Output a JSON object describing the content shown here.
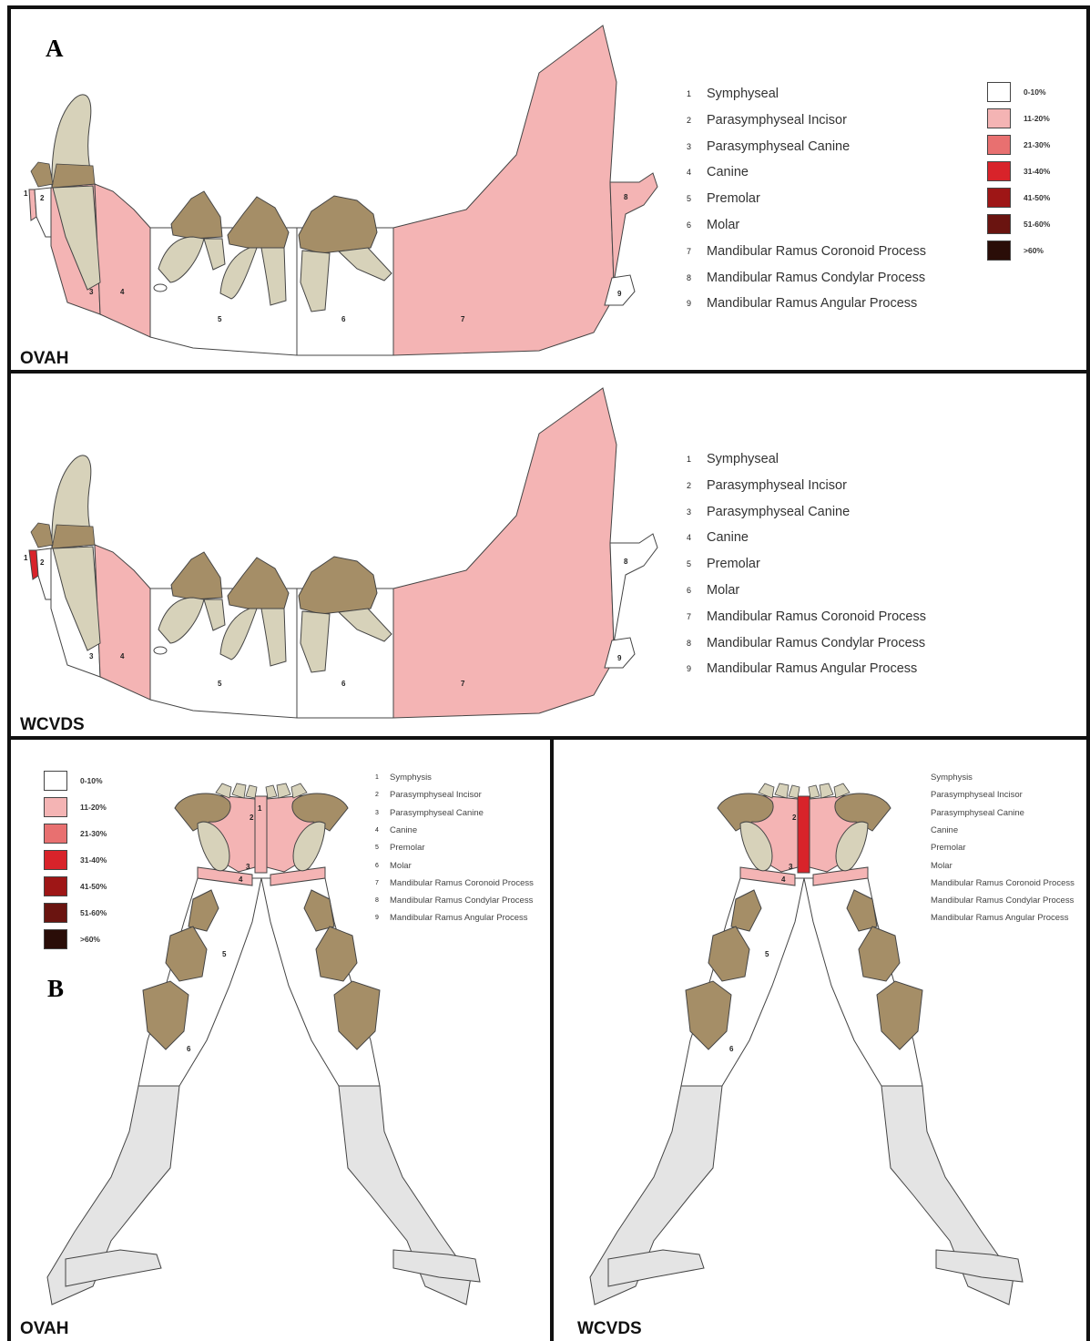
{
  "panel_letters": {
    "a": "A",
    "b": "B"
  },
  "groups": {
    "ovah": "OVAH",
    "wcvds": "WCVDS"
  },
  "colors": {
    "white": "#ffffff",
    "light_pink": "#f4b4b4",
    "pink": "#e87070",
    "red": "#d8232a",
    "dark_red": "#9e1616",
    "maroon": "#6a1410",
    "near_black": "#2a0d08",
    "tooth_crown": "#a58e67",
    "tooth_root": "#d7d2ba",
    "ramus_grey": "#e4e4e4",
    "outline": "#444444"
  },
  "scale": [
    {
      "label": "0-10%",
      "color": "#ffffff"
    },
    {
      "label": "11-20%",
      "color": "#f4b4b4"
    },
    {
      "label": "21-30%",
      "color": "#e87070"
    },
    {
      "label": "31-40%",
      "color": "#d8232a"
    },
    {
      "label": "41-50%",
      "color": "#9e1616"
    },
    {
      "label": "51-60%",
      "color": "#6a1410"
    },
    {
      "label": ">60%",
      "color": "#2a0d08"
    }
  ],
  "legend_lateral": [
    {
      "num": "1",
      "text": "Symphyseal"
    },
    {
      "num": "2",
      "text": "Parasymphyseal Incisor"
    },
    {
      "num": "3",
      "text": "Parasymphyseal Canine"
    },
    {
      "num": "4",
      "text": "Canine"
    },
    {
      "num": "5",
      "text": "Premolar"
    },
    {
      "num": "6",
      "text": "Molar"
    },
    {
      "num": "7",
      "text": "Mandibular Ramus Coronoid Process"
    },
    {
      "num": "8",
      "text": "Mandibular Ramus Condylar Process"
    },
    {
      "num": "9",
      "text": "Mandibular Ramus Angular Process"
    }
  ],
  "legend_occlusal": [
    {
      "num": "1",
      "text": "Symphysis"
    },
    {
      "num": "2",
      "text": "Parasymphyseal Incisor"
    },
    {
      "num": "3",
      "text": "Parasymphyseal Canine"
    },
    {
      "num": "4",
      "text": "Canine"
    },
    {
      "num": "5",
      "text": "Premolar"
    },
    {
      "num": "6",
      "text": "Molar"
    },
    {
      "num": "7",
      "text": "Mandibular Ramus Coronoid Process"
    },
    {
      "num": "8",
      "text": "Mandibular Ramus Condylar Process"
    },
    {
      "num": "9",
      "text": "Mandibular Ramus Angular Process"
    }
  ],
  "legend_occlusal_wcvds": [
    {
      "text": "Symphysis"
    },
    {
      "text": "Parasymphyseal Incisor"
    },
    {
      "text": "Parasymphyseal Canine"
    },
    {
      "text": "Canine"
    },
    {
      "text": "Premolar"
    },
    {
      "text": "Molar"
    },
    {
      "text": "Mandibular Ramus Coronoid Process"
    },
    {
      "text": "Mandibular Ramus Condylar Process"
    },
    {
      "text": "Mandibular Ramus Angular Process"
    }
  ],
  "region_numbers": [
    "1",
    "2",
    "3",
    "4",
    "5",
    "6",
    "7",
    "8",
    "9"
  ]
}
